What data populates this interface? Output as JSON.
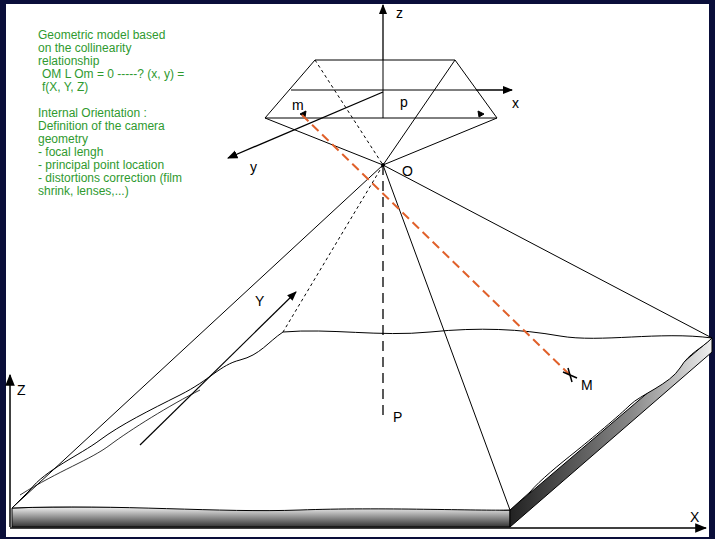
{
  "diagram": {
    "labels": [
      "Geometric model based on the collinearity relationship",
      "OM L Om = 0 -----? (x, y) = f(X, Y, Z)",
      "z",
      "x",
      "m",
      "p",
      "Internal Orientation : Definition of the camera geometry",
      "- focal lengh",
      "- principal point location",
      "- distortions correction (film shrink, lenses,...)",
      "y",
      "O",
      "Y",
      "Z",
      "M",
      "P",
      "X"
    ]
  }
}
